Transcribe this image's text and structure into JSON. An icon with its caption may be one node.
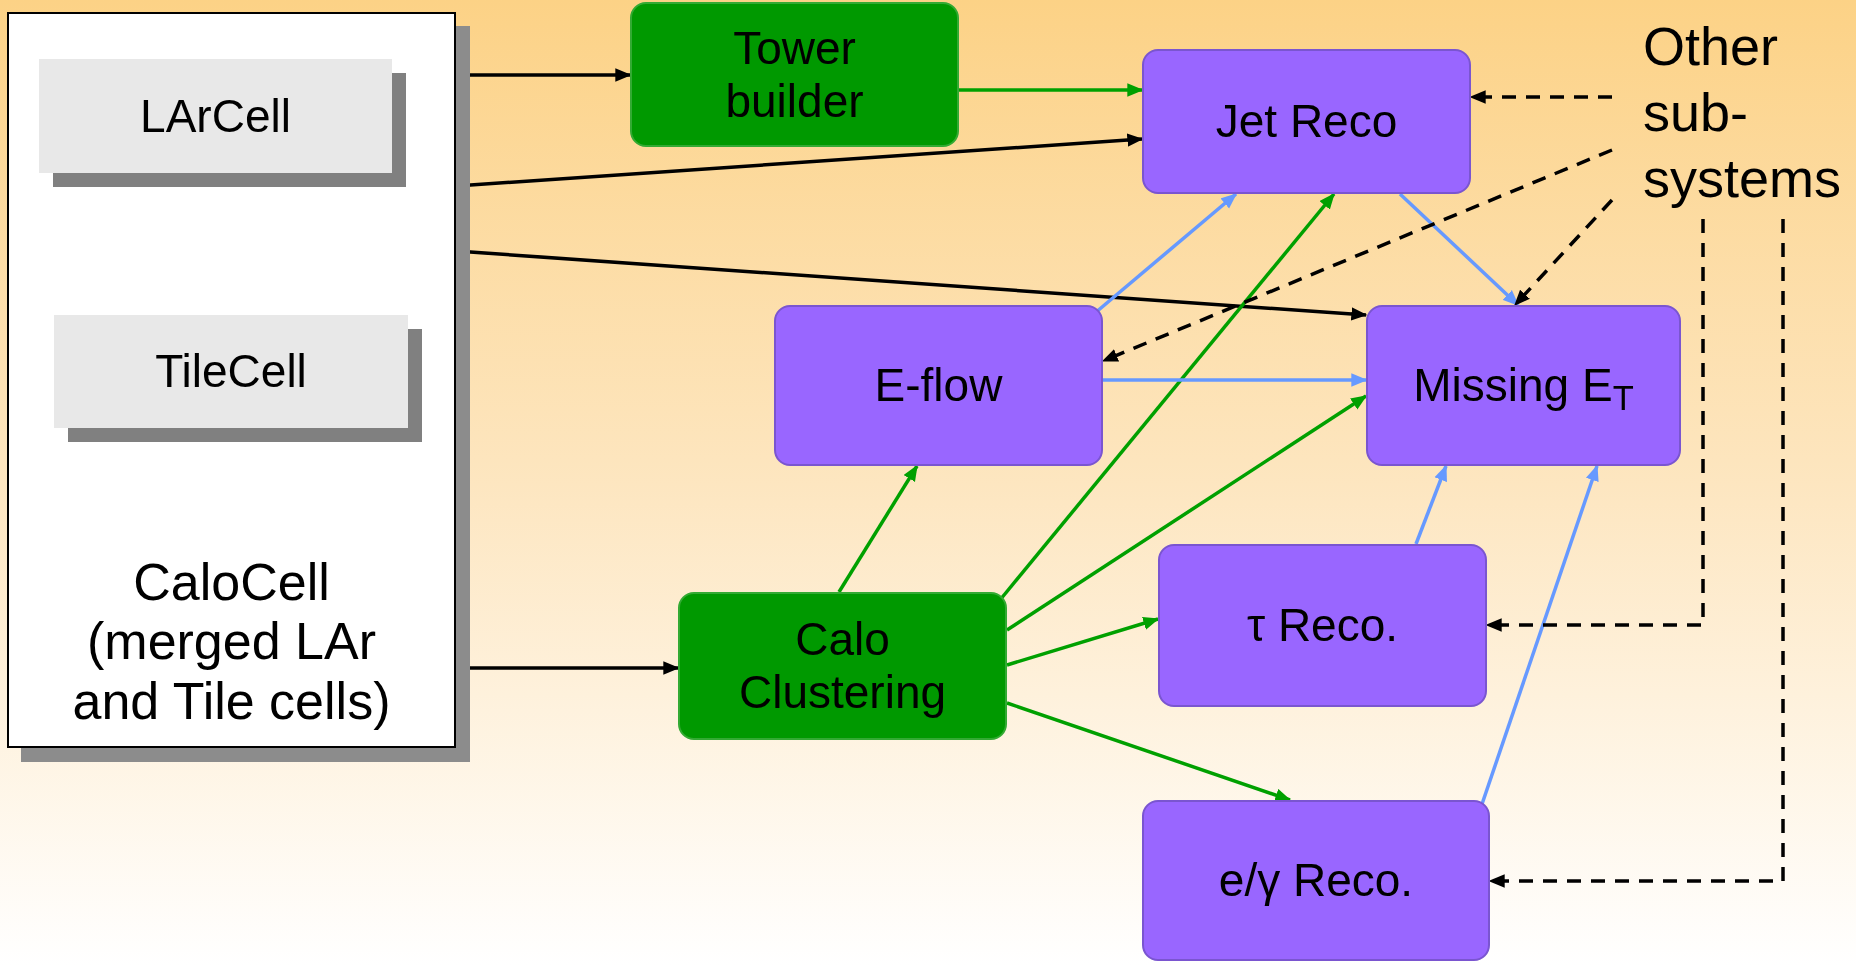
{
  "diagram": {
    "nodes": [
      {
        "text": [
          "CaloCell",
          "(merged LAr and Tile cells)"
        ]
      },
      {
        "text": [
          "LArCell"
        ],
        "in": 0
      },
      {
        "text": [
          "TileCell"
        ],
        "in": 0
      },
      {
        "text": [
          "Tower builder"
        ]
      },
      {
        "text": [
          "Jet Reco"
        ]
      },
      {
        "text": [
          "Other sub- systems"
        ]
      },
      {
        "text": [
          "E-flow"
        ]
      },
      {
        "text": [
          "Missing E$_{T}$"
        ]
      },
      {
        "text": [
          "Calo Clustering"
        ]
      },
      {
        "text": [
          "τ Reco."
        ]
      },
      {
        "text": [
          "e/γ Reco."
        ]
      }
    ],
    "edges": [
      {
        "from": 0,
        "to": 3,
        "arrow": "to"
      },
      {
        "from": 0,
        "to": 4,
        "arrow": "to"
      },
      {
        "from": 0,
        "to": 7,
        "arrow": "to"
      },
      {
        "from": 0,
        "to": 8,
        "arrow": "to"
      },
      {
        "from": 3,
        "to": 4,
        "arrow": "to",
        "color": "#00a000"
      },
      {
        "from": 8,
        "to": 6,
        "arrow": "to",
        "color": "#00a000"
      },
      {
        "from": 8,
        "to": 4,
        "arrow": "to",
        "color": "#00a000"
      },
      {
        "from": 8,
        "to": 7,
        "arrow": "to",
        "color": "#00a000"
      },
      {
        "from": 8,
        "to": 9,
        "arrow": "to",
        "color": "#00a000"
      },
      {
        "from": 8,
        "to": 10,
        "arrow": "to",
        "color": "#00a000"
      },
      {
        "from": 6,
        "to": 4,
        "arrow": "to",
        "color": "#6699ff"
      },
      {
        "from": 6,
        "to": 7,
        "arrow": "to",
        "color": "#6699ff"
      },
      {
        "from": 4,
        "to": 7,
        "arrow": "to",
        "color": "#6699ff"
      },
      {
        "from": 9,
        "to": 7,
        "arrow": "to",
        "color": "#6699ff"
      },
      {
        "from": 10,
        "to": 7,
        "arrow": "to",
        "color": "#6699ff"
      },
      {
        "from": 5,
        "to": 4,
        "arrow": "to",
        "style": "dashed"
      },
      {
        "from": 5,
        "to": 6,
        "arrow": "to",
        "style": "dashed"
      },
      {
        "from": 5,
        "to": 7,
        "arrow": "to",
        "style": "dashed"
      },
      {
        "from": 5,
        "to": 9,
        "arrow": "to",
        "style": "dashed"
      },
      {
        "from": 5,
        "to": 10,
        "arrow": "to",
        "style": "dashed"
      }
    ]
  }
}
